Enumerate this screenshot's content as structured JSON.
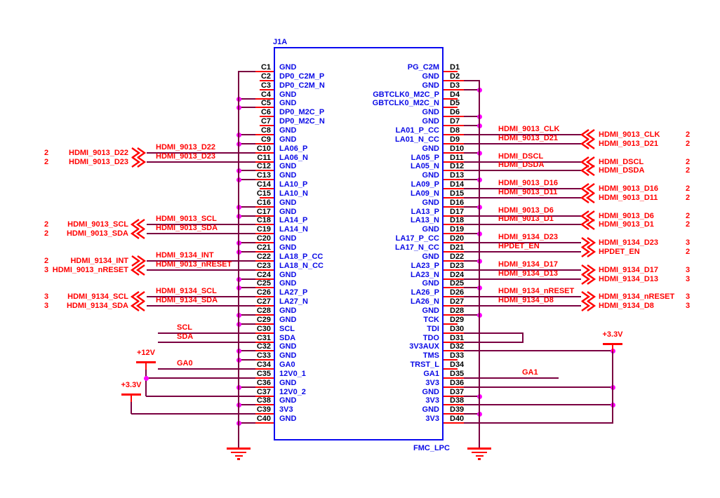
{
  "schematic": {
    "designator": "J1A",
    "part_label": "FMC_LPC",
    "colors": {
      "wire": "#7a0040",
      "pin_stub": "#ff0000",
      "junction": "#ff00ff",
      "symbol_blue": "#0a0ae6",
      "net_label_red": "#ff0000",
      "pin_number_black": "#000000"
    },
    "power_symbols": {
      "p12v_label": "+12V",
      "p3v3_left_label": "+3.3V",
      "p3v3_right_label": "+3.3V"
    },
    "left_pins": [
      {
        "num": "C1",
        "name": "GND",
        "conn": "gnd-corner"
      },
      {
        "num": "C2",
        "name": "DP0_C2M_P",
        "conn": "stub"
      },
      {
        "num": "C3",
        "name": "DP0_C2M_N",
        "conn": "stub"
      },
      {
        "num": "C4",
        "name": "GND",
        "conn": "gnd"
      },
      {
        "num": "C5",
        "name": "GND",
        "conn": "gnd"
      },
      {
        "num": "C6",
        "name": "DP0_M2C_P",
        "conn": "stub"
      },
      {
        "num": "C7",
        "name": "DP0_M2C_N",
        "conn": "stub"
      },
      {
        "num": "C8",
        "name": "GND",
        "conn": "gnd"
      },
      {
        "num": "C9",
        "name": "GND",
        "conn": "gnd"
      },
      {
        "num": "C10",
        "name": "LA06_P",
        "conn": "offpage",
        "net": "HDMI_9013_D22",
        "page": "2",
        "dir": "right"
      },
      {
        "num": "C11",
        "name": "LA06_N",
        "conn": "offpage",
        "net": "HDMI_9013_D23",
        "page": "2",
        "dir": "right"
      },
      {
        "num": "C12",
        "name": "GND",
        "conn": "gnd"
      },
      {
        "num": "C13",
        "name": "GND",
        "conn": "gnd"
      },
      {
        "num": "C14",
        "name": "LA10_P",
        "conn": "stub"
      },
      {
        "num": "C15",
        "name": "LA10_N",
        "conn": "stub"
      },
      {
        "num": "C16",
        "name": "GND",
        "conn": "gnd"
      },
      {
        "num": "C17",
        "name": "GND",
        "conn": "gnd"
      },
      {
        "num": "C18",
        "name": "LA14_P",
        "conn": "offpage",
        "net": "HDMI_9013_SCL",
        "page": "2",
        "dir": "left"
      },
      {
        "num": "C19",
        "name": "LA14_N",
        "conn": "offpage",
        "net": "HDMI_9013_SDA",
        "page": "2",
        "dir": "left"
      },
      {
        "num": "C20",
        "name": "GND",
        "conn": "gnd"
      },
      {
        "num": "C21",
        "name": "GND",
        "conn": "gnd"
      },
      {
        "num": "C22",
        "name": "LA18_P_CC",
        "conn": "offpage",
        "net": "HDMI_9134_INT",
        "page": "2",
        "dir": "right"
      },
      {
        "num": "C23",
        "name": "LA18_N_CC",
        "conn": "offpage",
        "net": "HDMI_9013_nRESET",
        "page": "3",
        "dir": "left"
      },
      {
        "num": "C24",
        "name": "GND",
        "conn": "gnd"
      },
      {
        "num": "C25",
        "name": "GND",
        "conn": "gnd"
      },
      {
        "num": "C26",
        "name": "LA27_P",
        "conn": "offpage",
        "net": "HDMI_9134_SCL",
        "page": "3",
        "dir": "left"
      },
      {
        "num": "C27",
        "name": "LA27_N",
        "conn": "offpage",
        "net": "HDMI_9134_SDA",
        "page": "3",
        "dir": "left"
      },
      {
        "num": "C28",
        "name": "GND",
        "conn": "gnd"
      },
      {
        "num": "C29",
        "name": "GND",
        "conn": "gnd"
      },
      {
        "num": "C30",
        "name": "SCL",
        "conn": "netlabel",
        "net": "SCL"
      },
      {
        "num": "C31",
        "name": "SDA",
        "conn": "netlabel",
        "net": "SDA"
      },
      {
        "num": "C32",
        "name": "GND",
        "conn": "gnd"
      },
      {
        "num": "C33",
        "name": "GND",
        "conn": "gnd"
      },
      {
        "num": "C34",
        "name": "GA0",
        "conn": "netlabel",
        "net": "GA0"
      },
      {
        "num": "C35",
        "name": "12V0_1",
        "conn": "p12v-a"
      },
      {
        "num": "C36",
        "name": "GND",
        "conn": "gnd"
      },
      {
        "num": "C37",
        "name": "12V0_2",
        "conn": "p12v-b"
      },
      {
        "num": "C38",
        "name": "GND",
        "conn": "gnd"
      },
      {
        "num": "C39",
        "name": "3V3",
        "conn": "p3v3"
      },
      {
        "num": "C40",
        "name": "GND",
        "conn": "gnd"
      }
    ],
    "right_pins": [
      {
        "num": "D1",
        "name": "PG_C2M",
        "conn": "stub"
      },
      {
        "num": "D2",
        "name": "GND",
        "conn": "gnd-corner"
      },
      {
        "num": "D3",
        "name": "GND",
        "conn": "gnd"
      },
      {
        "num": "D4",
        "name": "GBTCLK0_M2C_P",
        "conn": "stub"
      },
      {
        "num": "D5",
        "name": "GBTCLK0_M2C_N",
        "conn": "stub"
      },
      {
        "num": "D6",
        "name": "GND",
        "conn": "gnd"
      },
      {
        "num": "D7",
        "name": "GND",
        "conn": "gnd"
      },
      {
        "num": "D8",
        "name": "LA01_P_CC",
        "conn": "offpage",
        "net": "HDMI_9013_CLK",
        "page": "2",
        "dir": "left"
      },
      {
        "num": "D9",
        "name": "LA01_N_CC",
        "conn": "offpage",
        "net": "HDMI_9013_D21",
        "page": "2",
        "dir": "left"
      },
      {
        "num": "D10",
        "name": "GND",
        "conn": "gnd"
      },
      {
        "num": "D11",
        "name": "LA05_P",
        "conn": "offpage",
        "net": "HDMI_DSCL",
        "page": "2",
        "dir": "left"
      },
      {
        "num": "D12",
        "name": "LA05_N",
        "conn": "offpage",
        "net": "HDMI_DSDA",
        "page": "2",
        "dir": "left"
      },
      {
        "num": "D13",
        "name": "GND",
        "conn": "gnd"
      },
      {
        "num": "D14",
        "name": "LA09_P",
        "conn": "offpage",
        "net": "HDMI_9013_D16",
        "page": "2",
        "dir": "left"
      },
      {
        "num": "D15",
        "name": "LA09_N",
        "conn": "offpage",
        "net": "HDMI_9013_D11",
        "page": "2",
        "dir": "left"
      },
      {
        "num": "D16",
        "name": "GND",
        "conn": "gnd"
      },
      {
        "num": "D17",
        "name": "LA13_P",
        "conn": "offpage",
        "net": "HDMI_9013_D6",
        "page": "2",
        "dir": "left"
      },
      {
        "num": "D18",
        "name": "LA13_N",
        "conn": "offpage",
        "net": "HDMI_9013_D1",
        "page": "2",
        "dir": "left"
      },
      {
        "num": "D19",
        "name": "GND",
        "conn": "gnd"
      },
      {
        "num": "D20",
        "name": "LA17_P_CC",
        "conn": "offpage",
        "net": "HDMI_9134_D23",
        "page": "3",
        "dir": "right"
      },
      {
        "num": "D21",
        "name": "LA17_N_CC",
        "conn": "offpage",
        "net": "HPDET_EN",
        "page": "2",
        "dir": "right"
      },
      {
        "num": "D22",
        "name": "GND",
        "conn": "gnd"
      },
      {
        "num": "D23",
        "name": "LA23_P",
        "conn": "offpage",
        "net": "HDMI_9134_D17",
        "page": "3",
        "dir": "right"
      },
      {
        "num": "D24",
        "name": "LA23_N",
        "conn": "offpage",
        "net": "HDMI_9134_D13",
        "page": "3",
        "dir": "right"
      },
      {
        "num": "D25",
        "name": "GND",
        "conn": "gnd"
      },
      {
        "num": "D26",
        "name": "LA26_P",
        "conn": "offpage",
        "net": "HDMI_9134_nRESET",
        "page": "3",
        "dir": "right"
      },
      {
        "num": "D27",
        "name": "LA26_N",
        "conn": "offpage",
        "net": "HDMI_9134_D8",
        "page": "3",
        "dir": "right"
      },
      {
        "num": "D28",
        "name": "GND",
        "conn": "gnd"
      },
      {
        "num": "D29",
        "name": "TCK",
        "conn": "stub"
      },
      {
        "num": "D30",
        "name": "TDI",
        "conn": "jtag-top"
      },
      {
        "num": "D31",
        "name": "TDO",
        "conn": "jtag-bot"
      },
      {
        "num": "D32",
        "name": "3V3AUX",
        "conn": "rail-dot"
      },
      {
        "num": "D33",
        "name": "TMS",
        "conn": "stub"
      },
      {
        "num": "D34",
        "name": "TRST_L",
        "conn": "stub"
      },
      {
        "num": "D35",
        "name": "GA1",
        "conn": "netlabel",
        "net": "GA1"
      },
      {
        "num": "D36",
        "name": "3V3",
        "conn": "rail-dot"
      },
      {
        "num": "D37",
        "name": "GND",
        "conn": "gnd"
      },
      {
        "num": "D38",
        "name": "3V3",
        "conn": "rail-dot"
      },
      {
        "num": "D39",
        "name": "GND",
        "conn": "gnd"
      },
      {
        "num": "D40",
        "name": "3V3",
        "conn": "rail-end"
      }
    ]
  }
}
